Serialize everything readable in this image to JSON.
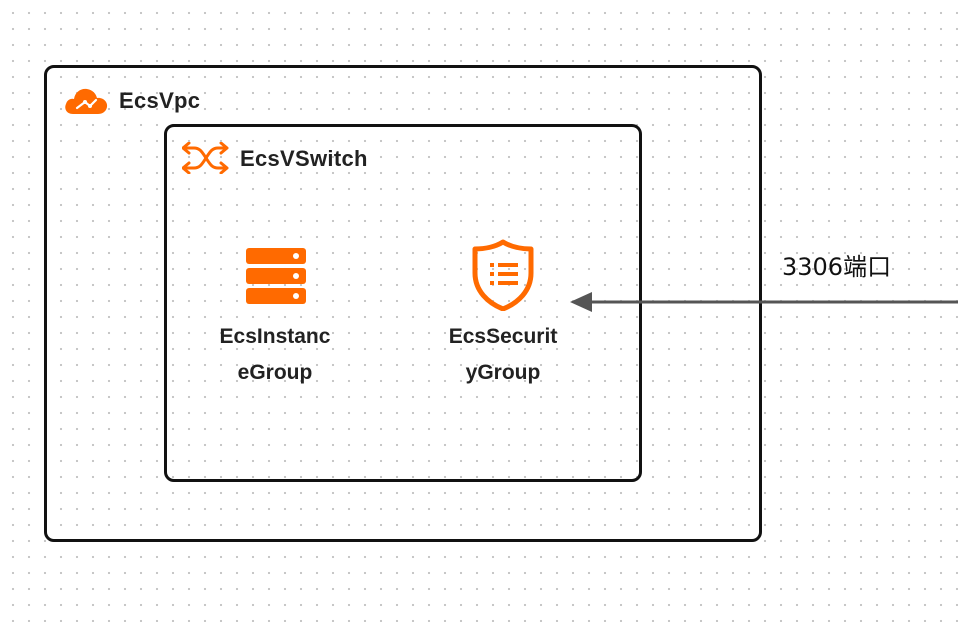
{
  "vpc": {
    "label": "EcsVpc",
    "icon": "cloud-icon"
  },
  "vswitch": {
    "label": "EcsVSwitch",
    "icon": "shuffle-icon"
  },
  "nodes": [
    {
      "label_line1": "EcsInstanc",
      "label_line2": "eGroup",
      "icon": "server-icon"
    },
    {
      "label_line1": "EcsSecurit",
      "label_line2": "yGroup",
      "icon": "shield-icon"
    }
  ],
  "edge": {
    "label": "3306端口"
  },
  "colors": {
    "accent": "#ff6a00",
    "border": "#111111",
    "arrow": "#555555"
  }
}
